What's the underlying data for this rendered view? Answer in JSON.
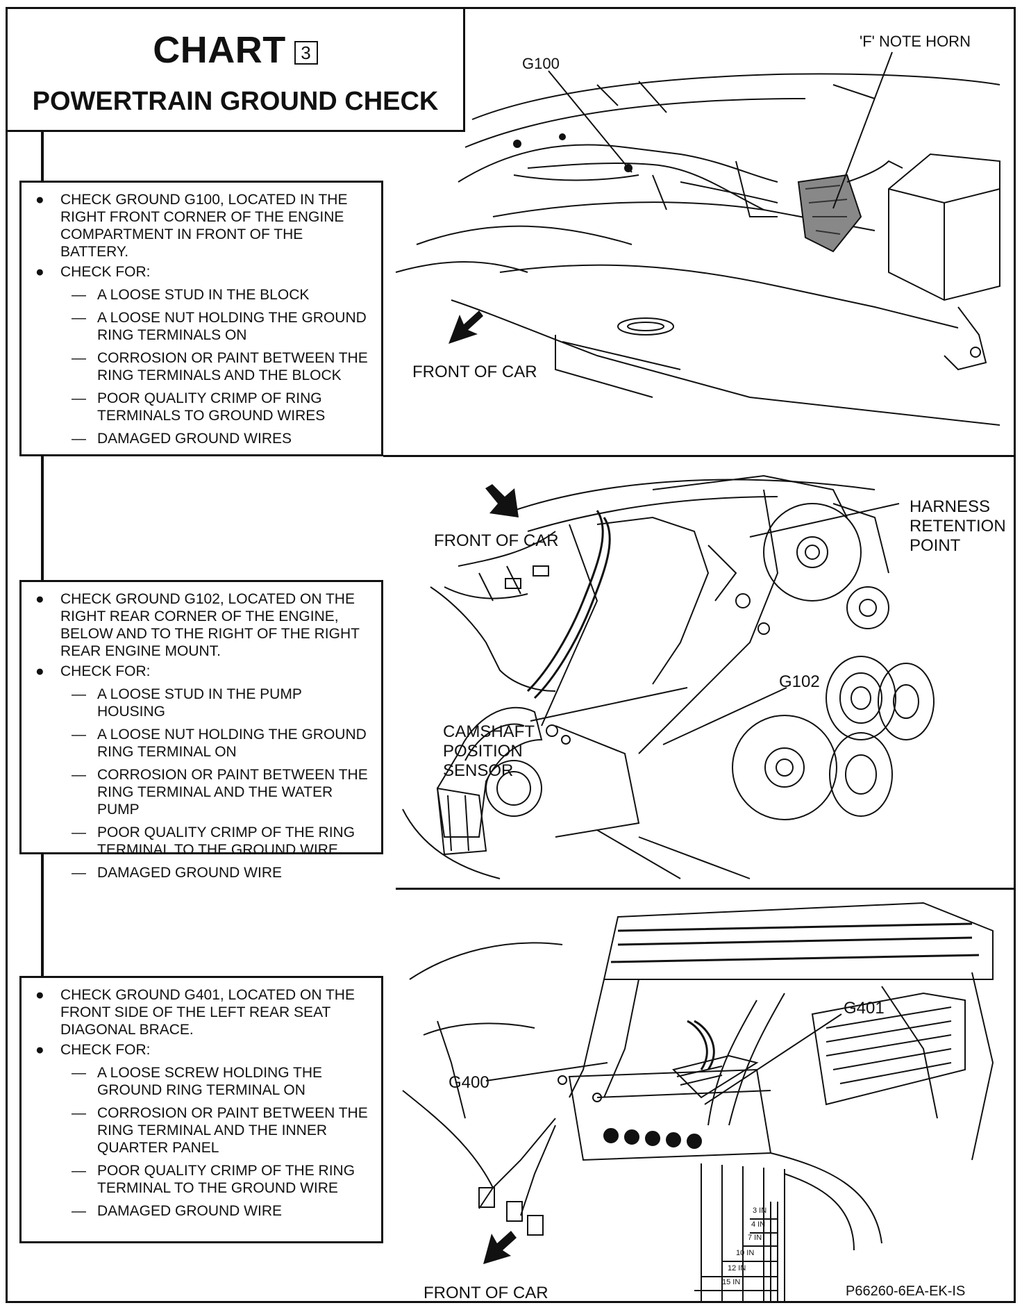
{
  "header": {
    "chart_word": "CHART",
    "chart_number": "3",
    "title": "POWERTRAIN GROUND CHECK"
  },
  "panels": [
    {
      "bullets": [
        {
          "text": "CHECK GROUND G100, LOCATED IN THE RIGHT FRONT CORNER OF THE ENGINE COMPARTMENT IN FRONT OF THE BATTERY."
        },
        {
          "text": "CHECK FOR:",
          "subs": [
            "A LOOSE STUD IN THE BLOCK",
            "A LOOSE NUT HOLDING THE GROUND RING TERMINALS ON",
            "CORROSION OR PAINT BETWEEN THE RING TERMINALS AND THE BLOCK",
            "POOR QUALITY CRIMP OF RING TERMINALS TO GROUND WIRES",
            "DAMAGED GROUND WIRES"
          ]
        }
      ]
    },
    {
      "bullets": [
        {
          "text": "CHECK GROUND G102, LOCATED ON THE RIGHT REAR CORNER OF THE ENGINE, BELOW AND TO THE RIGHT OF THE RIGHT REAR ENGINE MOUNT."
        },
        {
          "text": "CHECK FOR:",
          "subs": [
            "A LOOSE STUD IN THE PUMP HOUSING",
            "A LOOSE NUT HOLDING THE GROUND RING TERMINAL ON",
            "CORROSION OR PAINT BETWEEN THE RING TERMINAL AND THE WATER PUMP",
            "POOR QUALITY CRIMP OF THE RING TERMINAL TO THE GROUND WIRE",
            "DAMAGED GROUND WIRE"
          ]
        }
      ]
    },
    {
      "bullets": [
        {
          "text": "CHECK GROUND G401, LOCATED ON THE FRONT SIDE OF THE LEFT REAR SEAT DIAGONAL BRACE."
        },
        {
          "text": "CHECK FOR:",
          "subs": [
            "A LOOSE SCREW HOLDING THE GROUND RING TERMINAL ON",
            "CORROSION OR PAINT BETWEEN THE RING TERMINAL AND THE INNER QUARTER PANEL",
            "POOR QUALITY CRIMP OF THE RING TERMINAL TO THE GROUND WIRE",
            "DAMAGED GROUND WIRE"
          ]
        }
      ]
    }
  ],
  "labels": {
    "g100": "G100",
    "f_note_horn": "'F' NOTE HORN",
    "front_of_car": "FRONT OF CAR",
    "harness_1": "HARNESS",
    "harness_2": "RETENTION",
    "harness_3": "POINT",
    "g102": "G102",
    "cam_1": "CAMSHAFT",
    "cam_2": "POSITION",
    "cam_3": "SENSOR",
    "g401": "G401",
    "g400": "G400",
    "dims": [
      "3 IN",
      "4 IN",
      "7 IN",
      "10 IN",
      "12 IN",
      "15 IN"
    ],
    "figure_code": "P66260-6EA-EK-IS"
  }
}
